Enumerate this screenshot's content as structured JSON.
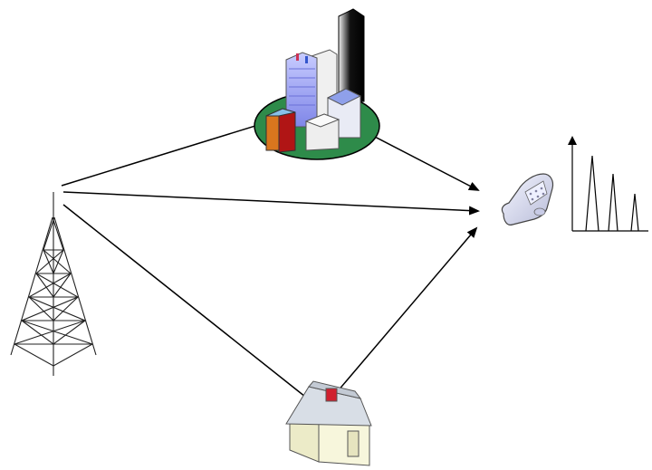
{
  "diagram": {
    "nodes": [
      {
        "id": "transmitter",
        "icon": "radio-tower-icon"
      },
      {
        "id": "city",
        "icon": "city-buildings-icon"
      },
      {
        "id": "house",
        "icon": "house-icon"
      },
      {
        "id": "receiver",
        "icon": "mobile-phone-icon"
      },
      {
        "id": "impulse-response",
        "icon": "impulse-response-plot-icon"
      }
    ],
    "paths": [
      {
        "from": "transmitter",
        "via": "city",
        "to": "receiver"
      },
      {
        "from": "transmitter",
        "to": "receiver"
      },
      {
        "from": "transmitter",
        "via": "house",
        "to": "receiver"
      }
    ],
    "colors": {
      "line": "#000000",
      "ground": "#2e8b4a",
      "building_blue": "#9aa0f0",
      "building_dark": "#111111",
      "building_orange": "#d9761e",
      "building_red": "#b01515",
      "house_wall": "#f5f5dc",
      "house_roof": "#d8dee6",
      "chimney": "#d0202e",
      "phone_body": "#d9dcf0"
    }
  }
}
